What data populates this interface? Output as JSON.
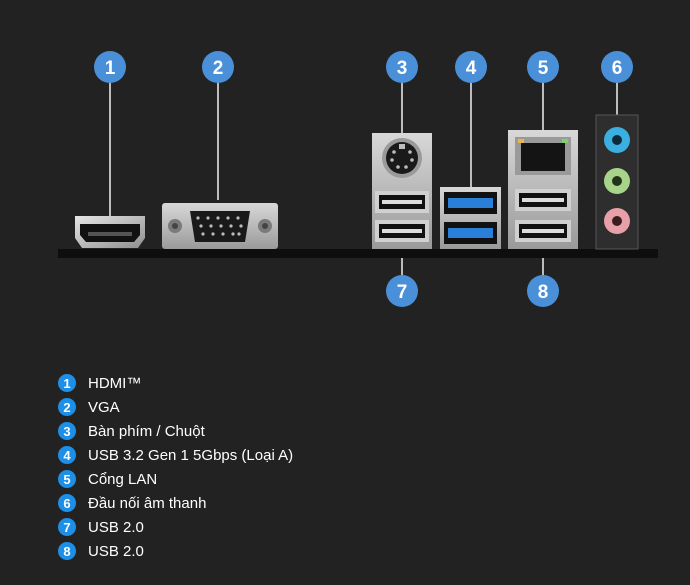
{
  "colors": {
    "background": "#222222",
    "badge": "#4a90d9",
    "legend_badge": "#1e8fe6",
    "usb3_blue": "#2a7fd8",
    "audio_blue": "#3bb0e0",
    "audio_green": "#a8d48a",
    "audio_pink": "#e8a0a8"
  },
  "callouts": [
    {
      "num": "1",
      "port": "hdmi-port"
    },
    {
      "num": "2",
      "port": "vga-port"
    },
    {
      "num": "3",
      "port": "ps2-port"
    },
    {
      "num": "4",
      "port": "usb32-ports"
    },
    {
      "num": "5",
      "port": "lan-port"
    },
    {
      "num": "6",
      "port": "audio-jacks"
    },
    {
      "num": "7",
      "port": "usb2-ports-left"
    },
    {
      "num": "8",
      "port": "usb2-ports-right"
    }
  ],
  "legend": [
    {
      "num": "1",
      "label": "HDMI™"
    },
    {
      "num": "2",
      "label": "VGA"
    },
    {
      "num": "3",
      "label": "Bàn phím / Chuột"
    },
    {
      "num": "4",
      "label": "USB 3.2 Gen 1 5Gbps (Loại A)"
    },
    {
      "num": "5",
      "label": "Cổng LAN"
    },
    {
      "num": "6",
      "label": "Đầu nối âm thanh"
    },
    {
      "num": "7",
      "label": "USB 2.0"
    },
    {
      "num": "8",
      "label": "USB 2.0"
    }
  ]
}
